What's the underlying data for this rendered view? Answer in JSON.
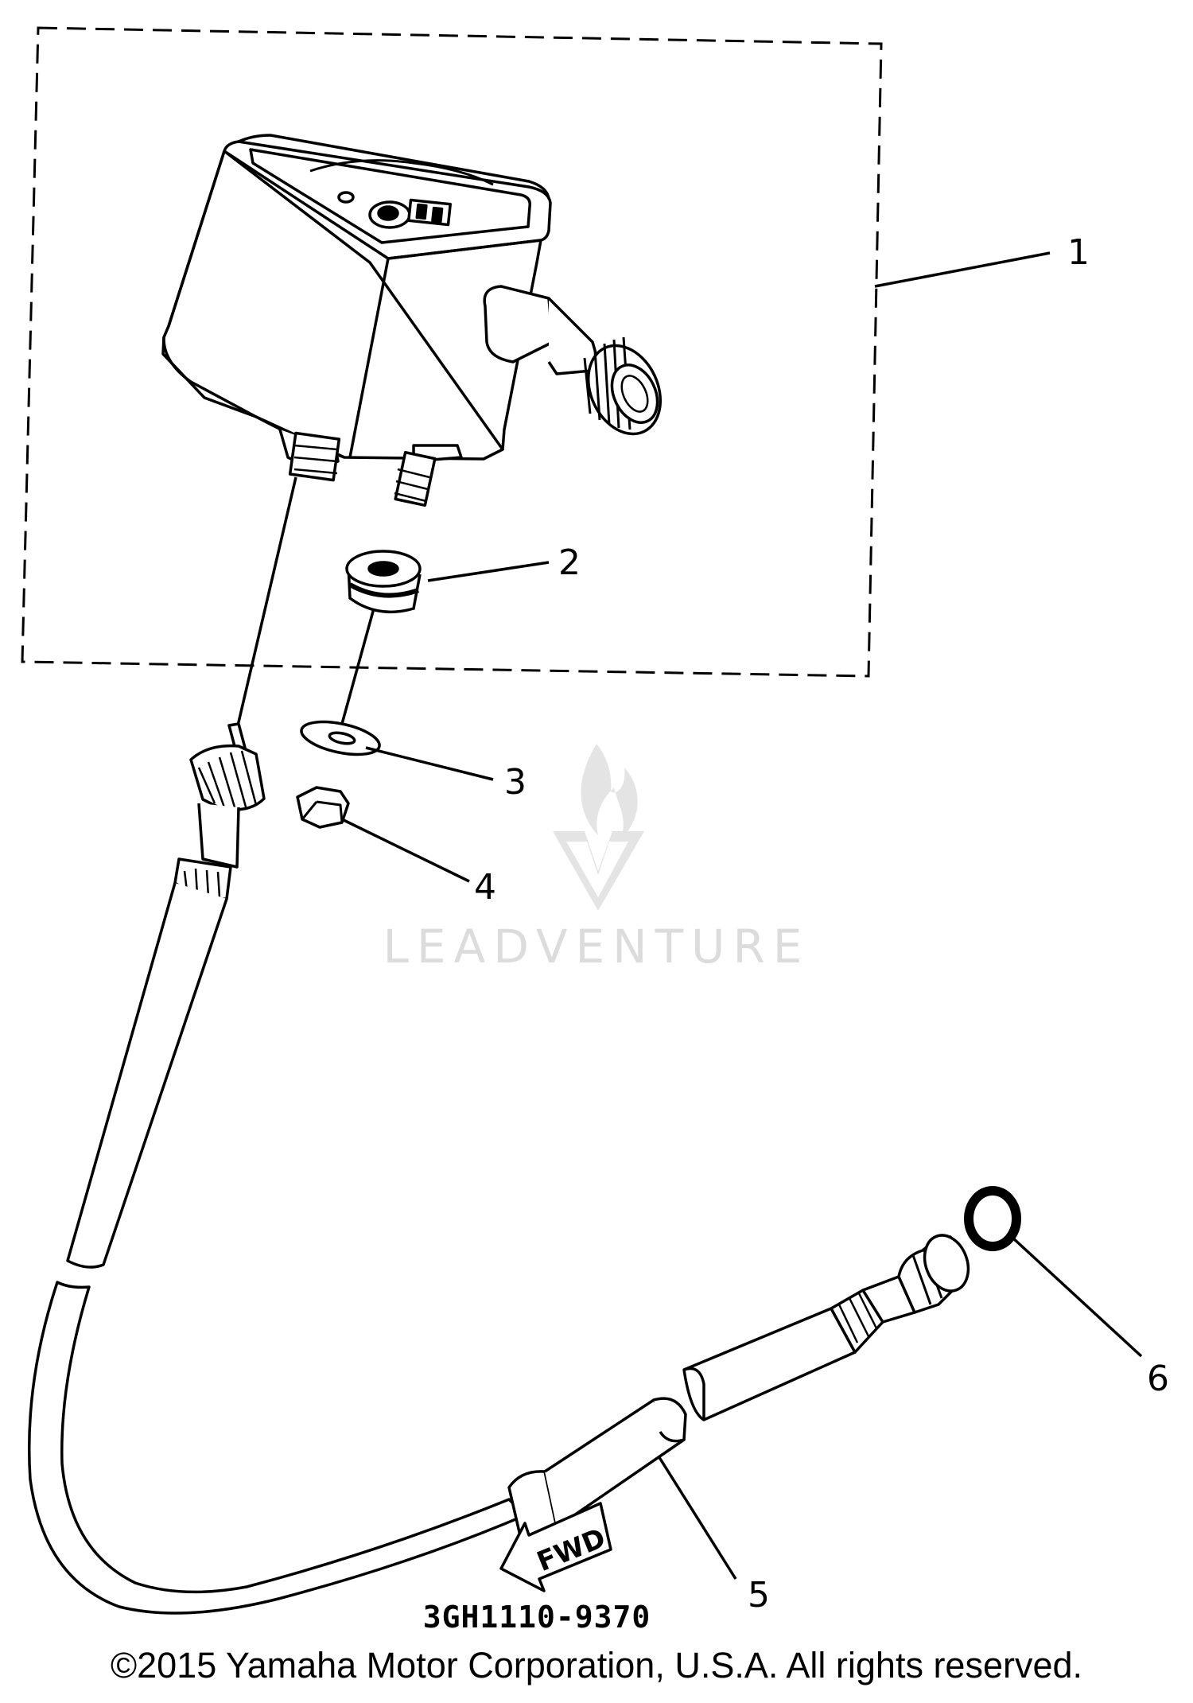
{
  "callouts": [
    {
      "label": "1"
    },
    {
      "label": "2"
    },
    {
      "label": "3"
    },
    {
      "label": "4"
    },
    {
      "label": "5"
    },
    {
      "label": "6"
    }
  ],
  "part_code": "3GH1110-9370",
  "direction_label": "FWD",
  "watermark": "LEADVENTURE",
  "copyright": "©2015 Yamaha Motor Corporation, U.S.A. All rights reserved."
}
